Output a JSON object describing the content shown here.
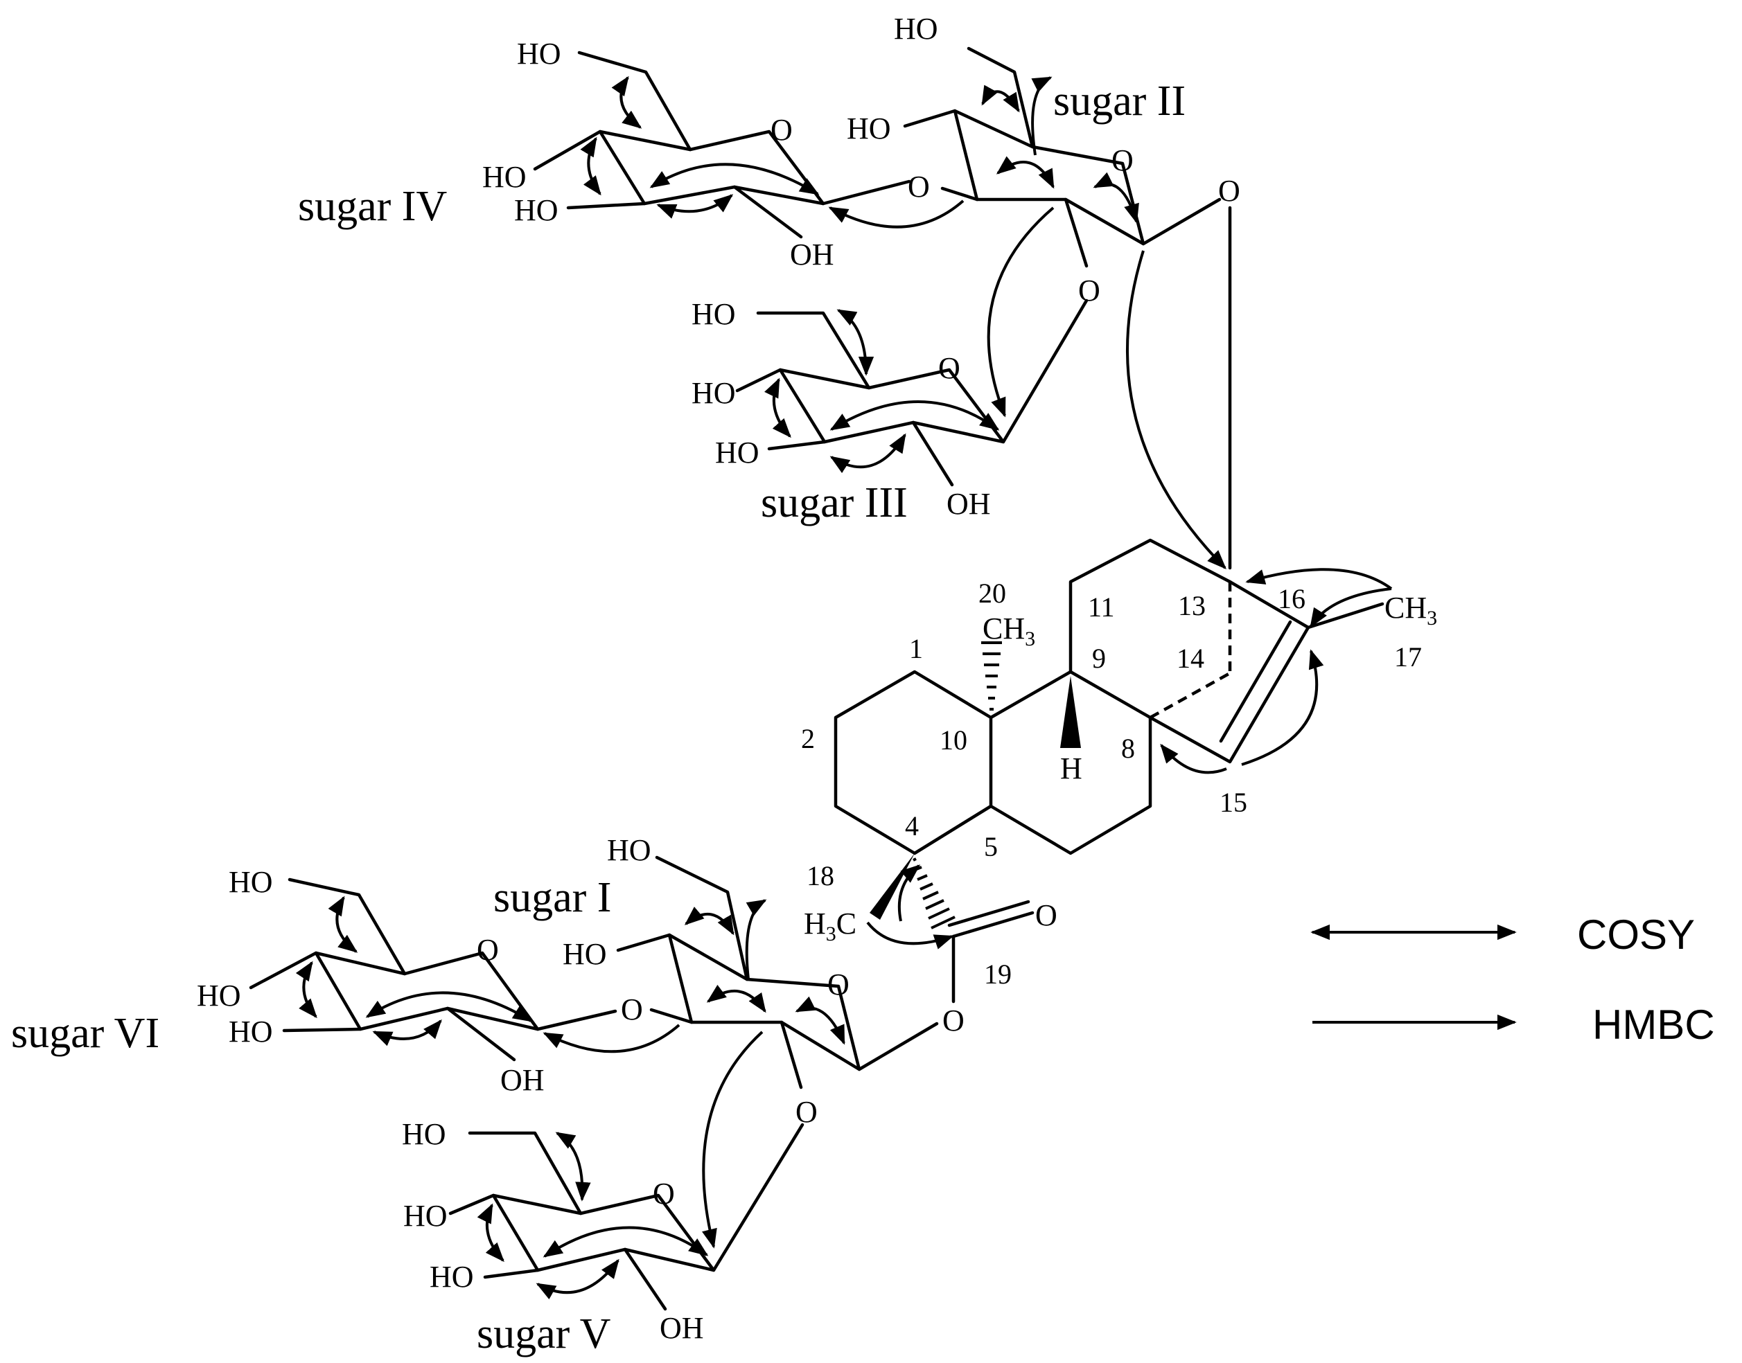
{
  "sugar_labels": {
    "sugar_i": "sugar I",
    "sugar_ii": "sugar II",
    "sugar_iii": "sugar III",
    "sugar_iv": "sugar IV",
    "sugar_v": "sugar V",
    "sugar_vi": "sugar VI"
  },
  "atom_labels": {
    "hydroxyl_left": "HO",
    "hydroxyl_right": "OH",
    "oxygen": "O",
    "hydrogen": "H",
    "methyl_text": "CH",
    "methyl_sub": "3",
    "h3c_h": "H",
    "h3c_sub": "3",
    "h3c_c": "C"
  },
  "carbon_numbers": {
    "c1": "1",
    "c2": "2",
    "c4": "4",
    "c5": "5",
    "c8": "8",
    "c9": "9",
    "c10": "10",
    "c11": "11",
    "c13": "13",
    "c14": "14",
    "c15": "15",
    "c16": "16",
    "c17": "17",
    "c18": "18",
    "c19": "19",
    "c20": "20"
  },
  "legend": {
    "cosy": "COSY",
    "hmbc": "HMBC"
  }
}
